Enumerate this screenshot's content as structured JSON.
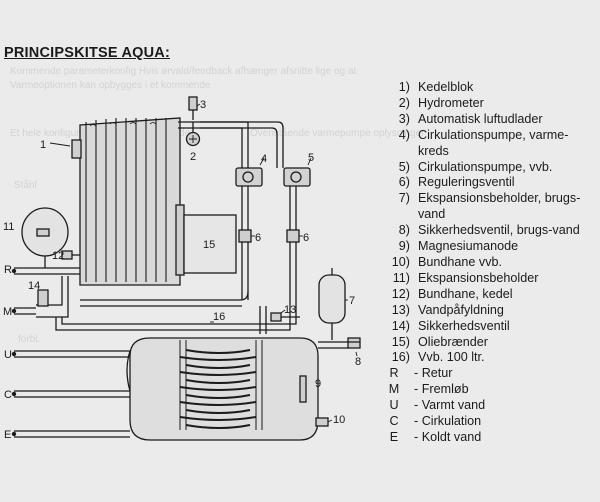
{
  "title": "PRINCIPSKITSE AQUA:",
  "ghost_text": [
    "Kommende parameterkonfig Hvis ørvald/feedback afhænger afsnitte lige og at",
    "Varmeoptionen kan opbygges i et kommende",
    "Et hele konfiguration for den oliereddede",
    "Ovenstående varmepumpe oplysninger",
    "Ståhl",
    "forbl."
  ],
  "legend": [
    {
      "num": "1)",
      "text": "Kedelblok"
    },
    {
      "num": "2)",
      "text": "Hydrometer"
    },
    {
      "num": "3)",
      "text": "Automatisk luftudlader"
    },
    {
      "num": "4)",
      "text": "Cirkulationspumpe, varme-kreds"
    },
    {
      "num": "5)",
      "text": "Cirkulationspumpe, vvb."
    },
    {
      "num": "6)",
      "text": "Reguleringsventil"
    },
    {
      "num": "7)",
      "text": "Ekspansionsbeholder, brugs- vand"
    },
    {
      "num": "8)",
      "text": "Sikkerhedsventil, brugs-vand"
    },
    {
      "num": "9)",
      "text": "Magnesiumanode"
    },
    {
      "num": "10)",
      "text": "Bundhane vvb."
    },
    {
      "num": "11)",
      "text": "Ekspansionsbeholder"
    },
    {
      "num": "12)",
      "text": "Bundhane, kedel"
    },
    {
      "num": "13)",
      "text": "Vandpåfyldning"
    },
    {
      "num": "14)",
      "text": "Sikkerhedsventil"
    },
    {
      "num": "15)",
      "text": "Oliebrænder"
    },
    {
      "num": "16)",
      "text": "Vvb. 100 ltr."
    }
  ],
  "letters": [
    {
      "letter": "R",
      "text": "- Retur"
    },
    {
      "letter": "M",
      "text": "- Fremløb"
    },
    {
      "letter": "U",
      "text": "- Varmt vand"
    },
    {
      "letter": "C",
      "text": "- Cirkulation"
    },
    {
      "letter": "E",
      "text": "- Koldt vand"
    }
  ],
  "diagram_labels": {
    "n1": "1",
    "n2": "2",
    "n3": "3",
    "n4": "4",
    "n5": "5",
    "n6a": "6",
    "n6b": "6",
    "n7": "7",
    "n8": "8",
    "n9": "9",
    "n10": "10",
    "n11": "11",
    "n12": "12",
    "n13": "13",
    "n14": "14",
    "n15": "15",
    "n16": "16",
    "R": "R",
    "M": "M",
    "U": "U",
    "C": "C",
    "E": "E"
  },
  "colors": {
    "background": "#ecebeb",
    "ink": "#1b1b1b"
  }
}
